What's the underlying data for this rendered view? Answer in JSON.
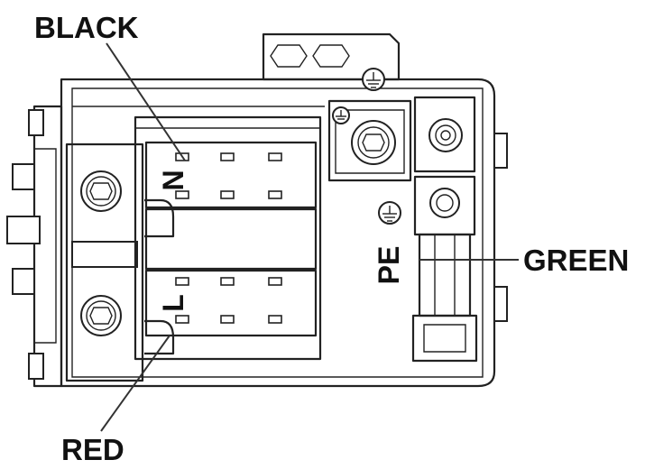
{
  "callouts": {
    "black": "BLACK",
    "red": "RED",
    "green": "GREEN"
  },
  "markings": {
    "neutral": "N",
    "live": "L",
    "protective_earth": "PE"
  },
  "icons": {
    "ground": "protective-earth-symbol",
    "screw": "hex-socket-screw"
  }
}
